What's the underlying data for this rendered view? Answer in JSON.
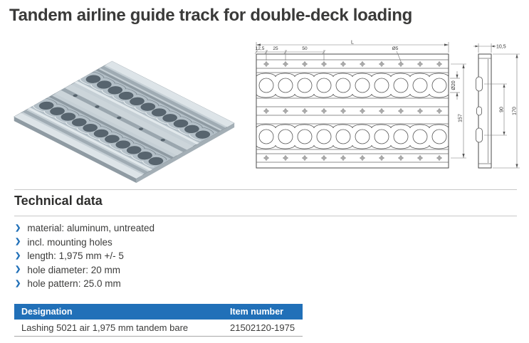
{
  "page": {
    "title": "Tandem airline guide track for double-deck loading"
  },
  "drawing": {
    "top_view": {
      "length_label": "L",
      "edge_offset": "12,5",
      "hole_pitch": "25",
      "pitch_double": "50",
      "small_hole_dia": "Ø5",
      "hole_dia": "Ø20",
      "width": "157"
    },
    "side_view": {
      "thickness": "10,5",
      "channel_spacing": "90",
      "overall_width": "170"
    }
  },
  "technical": {
    "heading": "Technical data",
    "bullet_icon": "❯",
    "items": [
      "material: aluminum, untreated",
      "incl. mounting holes",
      "length: 1,975 mm +/- 5",
      "hole diameter: 20 mm",
      "hole pattern: 25.0 mm"
    ]
  },
  "table": {
    "headers": [
      "Designation",
      "Item number"
    ],
    "rows": [
      [
        "Lashing 5021 air 1,975 mm tandem bare",
        "21502120-1975"
      ]
    ]
  },
  "colors": {
    "accent": "#2170b8",
    "heading": "#3a3a39"
  }
}
